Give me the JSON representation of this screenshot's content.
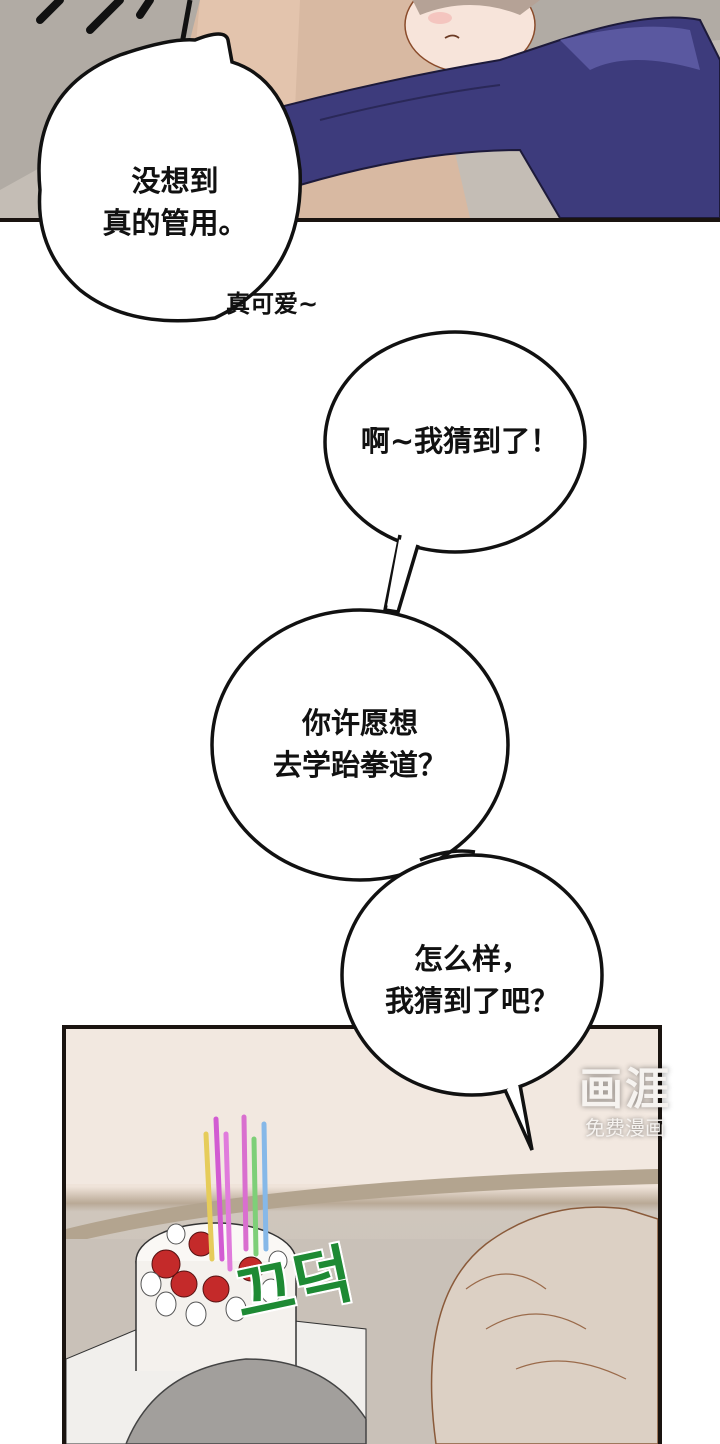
{
  "page": {
    "type": "webtoon-strip",
    "background": "#ffffff",
    "panel_border_color": "#1a1410"
  },
  "panels": {
    "top": {
      "description": "Two characters embracing; one in navy blue jacket hugging the other",
      "colors": {
        "jacket": "#3c3a78",
        "skin": "#d9b49e",
        "background": "#c4bdb5"
      }
    },
    "bottom": {
      "description": "Birthday cake with strawberries and six colored candles; two characters' heads in foreground",
      "candles": [
        "yellow",
        "magenta",
        "pink",
        "pink",
        "green",
        "blue"
      ],
      "colors": {
        "wall": "#f2e7df",
        "hair_light": "#d8ccc0",
        "hair_gray": "#9e9a98",
        "cake": "#f5f2ee",
        "strawberry": "#c42a2a"
      }
    }
  },
  "bubbles": [
    {
      "id": "bubble-1",
      "text": "没想到\n真的管用。"
    },
    {
      "id": "bubble-2",
      "text": "啊~我猜到了！"
    },
    {
      "id": "bubble-3",
      "text": "你许愿想\n去学跆拳道？"
    },
    {
      "id": "bubble-4",
      "text": "怎么样，\n我猜到了吧？"
    }
  ],
  "sfx": {
    "aside": "真可爱~",
    "korean_nod": "끄덕",
    "korean_nod_color": "#1e8a34"
  },
  "watermark": {
    "logo": "画涯",
    "subtitle": "免费漫画"
  }
}
